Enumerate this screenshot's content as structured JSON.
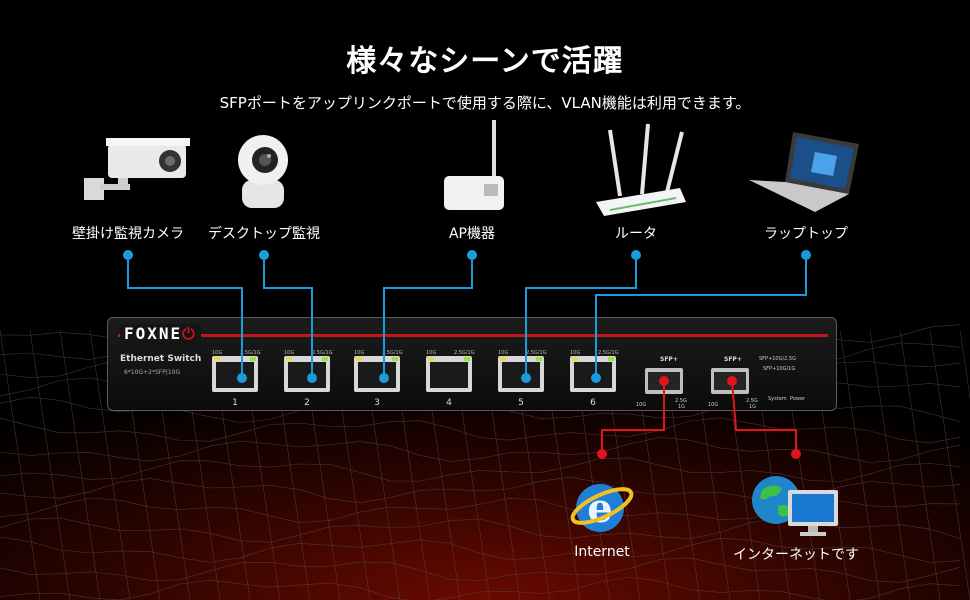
{
  "title": "様々なシーンで活躍",
  "subtitle": "SFPポートをアップリンクポートで使用する際に、VLAN機能は利用できます。",
  "devices": [
    {
      "label": "壁掛け監視カメラ",
      "icon": "security-camera-icon"
    },
    {
      "label": "デスクトップ監視",
      "icon": "dome-camera-icon"
    },
    {
      "label": "AP機器",
      "icon": "access-point-icon"
    },
    {
      "label": "ルータ",
      "icon": "router-icon"
    },
    {
      "label": "ラップトップ",
      "icon": "laptop-icon"
    }
  ],
  "switch": {
    "brand": "FOXNE",
    "model": "Ethernet Switch",
    "spec": "6*10G+2*SFP|10G",
    "port_speed_left": "10G",
    "port_speed_right": "2.5G/1G",
    "ports": [
      "1",
      "2",
      "3",
      "4",
      "5",
      "6"
    ],
    "sfp_label": "SFP+",
    "legend_sfp_top": "SFP+10G/2.5G",
    "legend_sfp_bottom": "SFP+10G/1G",
    "led_system": "System",
    "led_power": "Power",
    "led_10g": "10G",
    "led_25g": "2.5G",
    "led_1g": "1G"
  },
  "networks": [
    {
      "label": "Internet",
      "icon": "internet-explorer-icon"
    },
    {
      "label": "インターネットです",
      "icon": "network-globe-monitor-icon"
    }
  ],
  "colors": {
    "blue_link": "#1a9bdb",
    "red_link": "#e0151b",
    "red_accent": "#c4161c"
  }
}
